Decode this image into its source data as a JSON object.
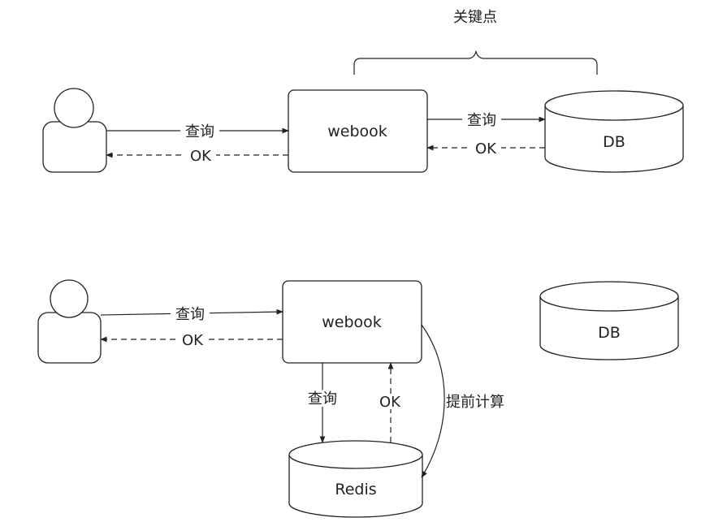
{
  "diagram": {
    "top": {
      "brace_label": "关键点",
      "webook_label": "webook",
      "db_label": "DB",
      "user_to_webook": "查询",
      "webook_to_user": "OK",
      "webook_to_db": "查询",
      "db_to_webook": "OK"
    },
    "bottom": {
      "webook_label": "webook",
      "db_label": "DB",
      "redis_label": "Redis",
      "user_to_webook": "查询",
      "webook_to_user": "OK",
      "webook_to_redis": "查询",
      "redis_to_webook": "OK",
      "precompute": "提前计算"
    }
  }
}
